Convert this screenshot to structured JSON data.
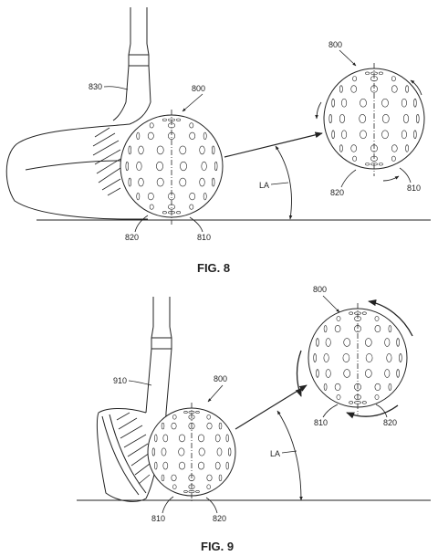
{
  "fig8": {
    "caption": "FIG. 8",
    "club_label": "830",
    "ball_label_impact": "800",
    "ball_label_impact_left": "820",
    "ball_label_impact_right": "810",
    "ball_label_flight": "800",
    "ball_label_flight_left": "820",
    "ball_label_flight_right": "810",
    "angle_label": "LA"
  },
  "fig9": {
    "caption": "FIG. 9",
    "club_label": "910",
    "ball_label_impact": "800",
    "ball_label_impact_left": "810",
    "ball_label_impact_right": "820",
    "ball_label_flight": "800",
    "ball_label_flight_left": "810",
    "ball_label_flight_right": "820",
    "angle_label": "LA"
  },
  "colors": {
    "stroke": "#222222",
    "background": "#ffffff"
  }
}
